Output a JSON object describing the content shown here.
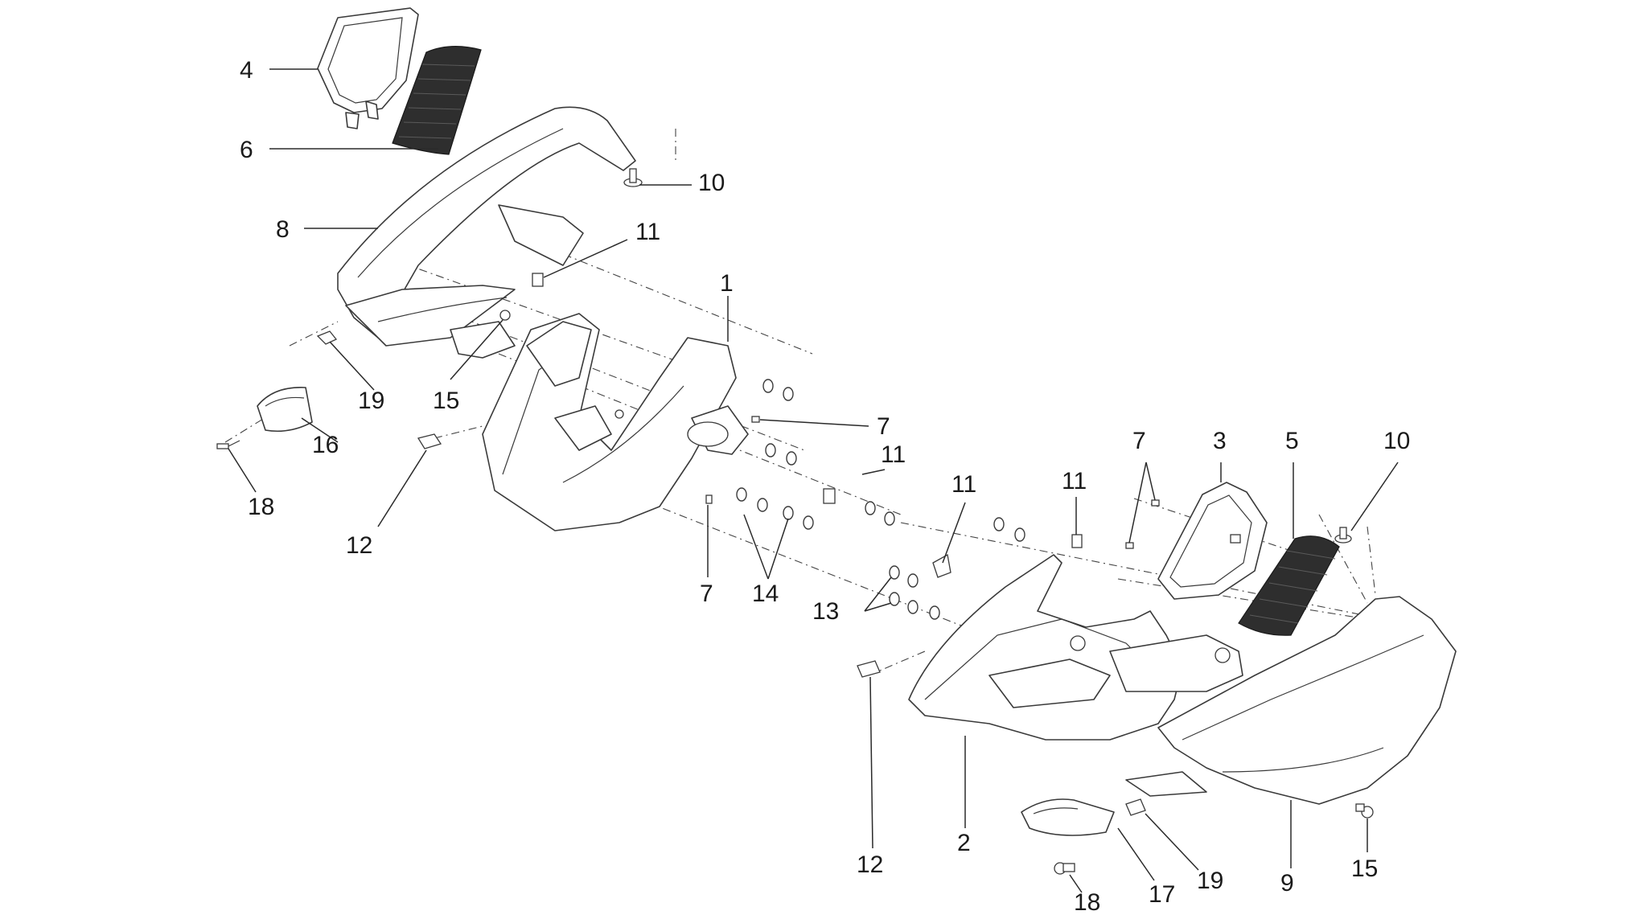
{
  "diagram": {
    "callouts": [
      {
        "id": "c4",
        "label": "4"
      },
      {
        "id": "c6",
        "label": "6"
      },
      {
        "id": "c8",
        "label": "8"
      },
      {
        "id": "c10a",
        "label": "10"
      },
      {
        "id": "c11a",
        "label": "11"
      },
      {
        "id": "c1",
        "label": "1"
      },
      {
        "id": "c19a",
        "label": "19"
      },
      {
        "id": "c15a",
        "label": "15"
      },
      {
        "id": "c16",
        "label": "16"
      },
      {
        "id": "c7a",
        "label": "7"
      },
      {
        "id": "c11b",
        "label": "11"
      },
      {
        "id": "c18a",
        "label": "18"
      },
      {
        "id": "c12a",
        "label": "12"
      },
      {
        "id": "c7b",
        "label": "7"
      },
      {
        "id": "c14",
        "label": "14"
      },
      {
        "id": "c7c",
        "label": "7"
      },
      {
        "id": "c3",
        "label": "3"
      },
      {
        "id": "c5",
        "label": "5"
      },
      {
        "id": "c10b",
        "label": "10"
      },
      {
        "id": "c11c",
        "label": "11"
      },
      {
        "id": "c11d",
        "label": "11"
      },
      {
        "id": "c13",
        "label": "13"
      },
      {
        "id": "c2",
        "label": "2"
      },
      {
        "id": "c12b",
        "label": "12"
      },
      {
        "id": "c18b",
        "label": "18"
      },
      {
        "id": "c17",
        "label": "17"
      },
      {
        "id": "c19b",
        "label": "19"
      },
      {
        "id": "c9",
        "label": "9"
      },
      {
        "id": "c15b",
        "label": "15"
      }
    ]
  }
}
